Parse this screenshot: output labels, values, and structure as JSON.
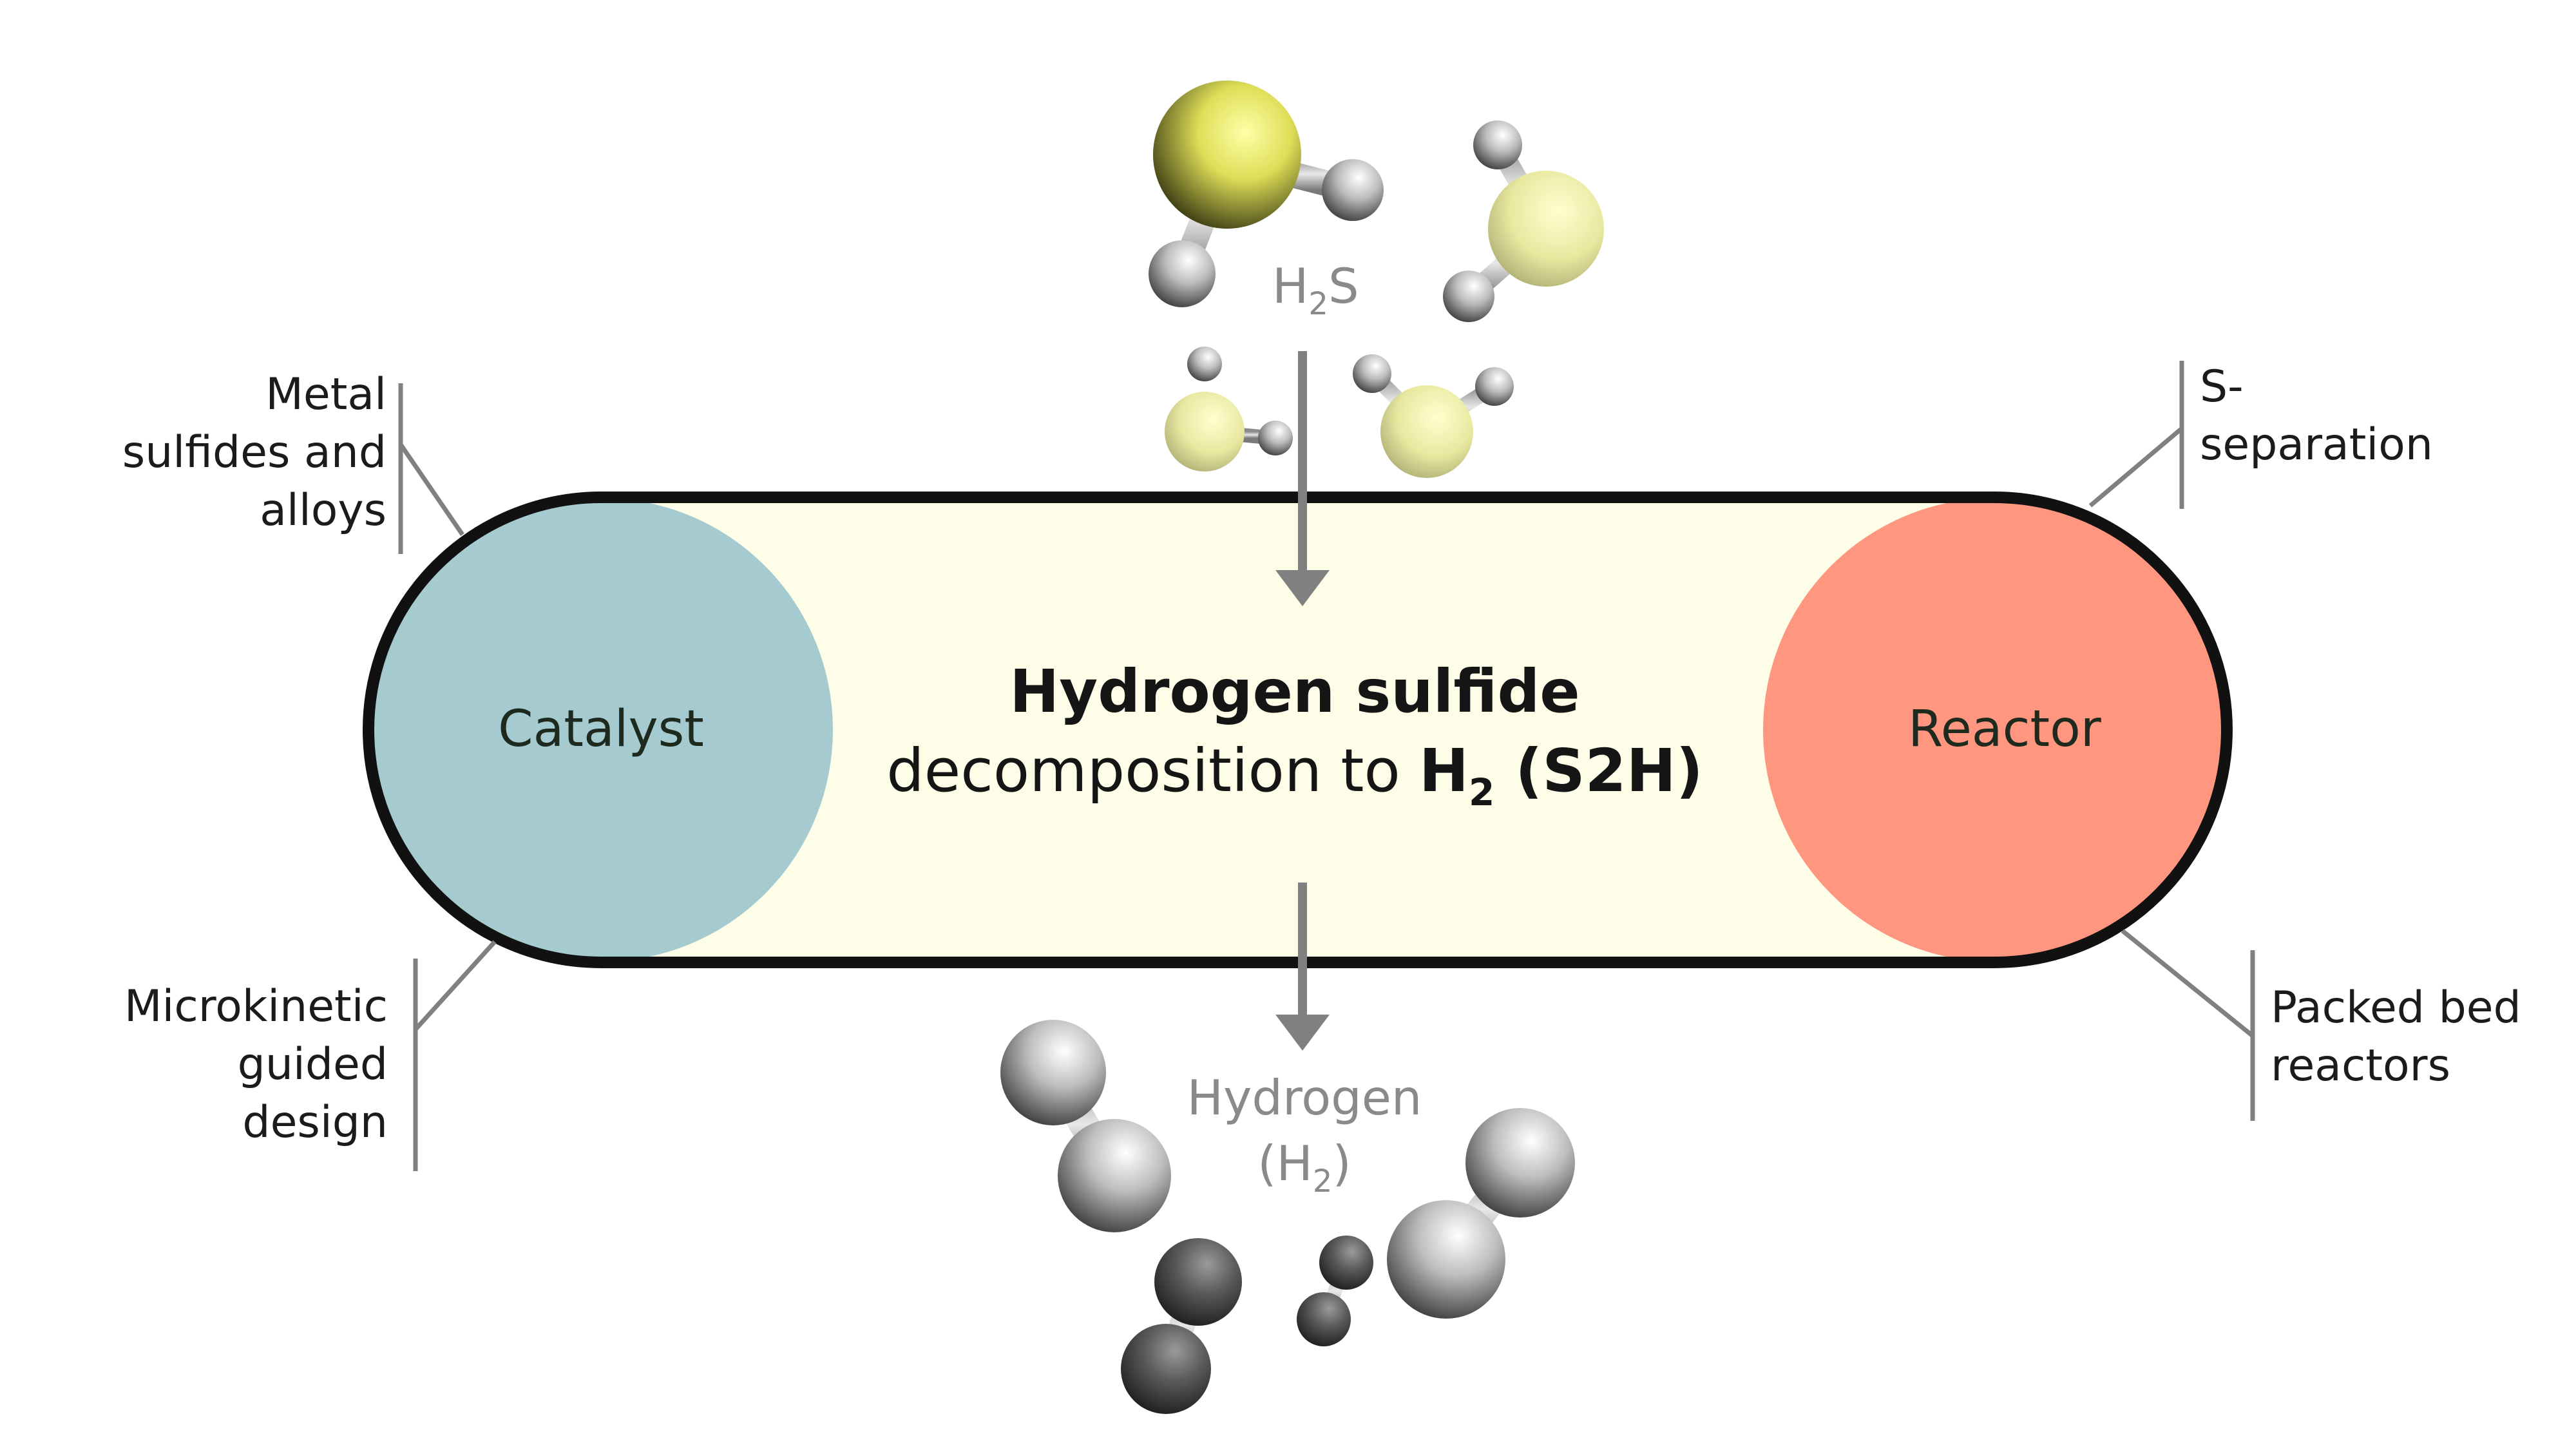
{
  "colors": {
    "capsule_fill": "#fdfde8",
    "capsule_stroke": "#111111",
    "catalyst": "#a5cbd1",
    "reactor": "#ff9680",
    "leader": "#808080",
    "sulfur": "#d8d860",
    "hydrogen": "#b8b8b8"
  },
  "center": {
    "title": "Hydrogen sulfide",
    "subtitle_prefix": "decomposition to ",
    "h": "H",
    "h_sub": "2",
    "suffix": " (S2H)"
  },
  "catalyst": {
    "label": "Catalyst"
  },
  "reactor": {
    "label": "Reactor"
  },
  "input": {
    "h": "H",
    "sub": "2",
    "s": "S"
  },
  "output": {
    "line1": "Hydrogen",
    "open": "(H",
    "sub": "2",
    "close": ")"
  },
  "annotations": {
    "metal": [
      "Metal",
      "sulfides and",
      "alloys"
    ],
    "micro": [
      "Microkinetic",
      "guided",
      "design"
    ],
    "sep": [
      "S-",
      "separation"
    ],
    "packed": [
      "Packed bed",
      "reactors"
    ]
  }
}
